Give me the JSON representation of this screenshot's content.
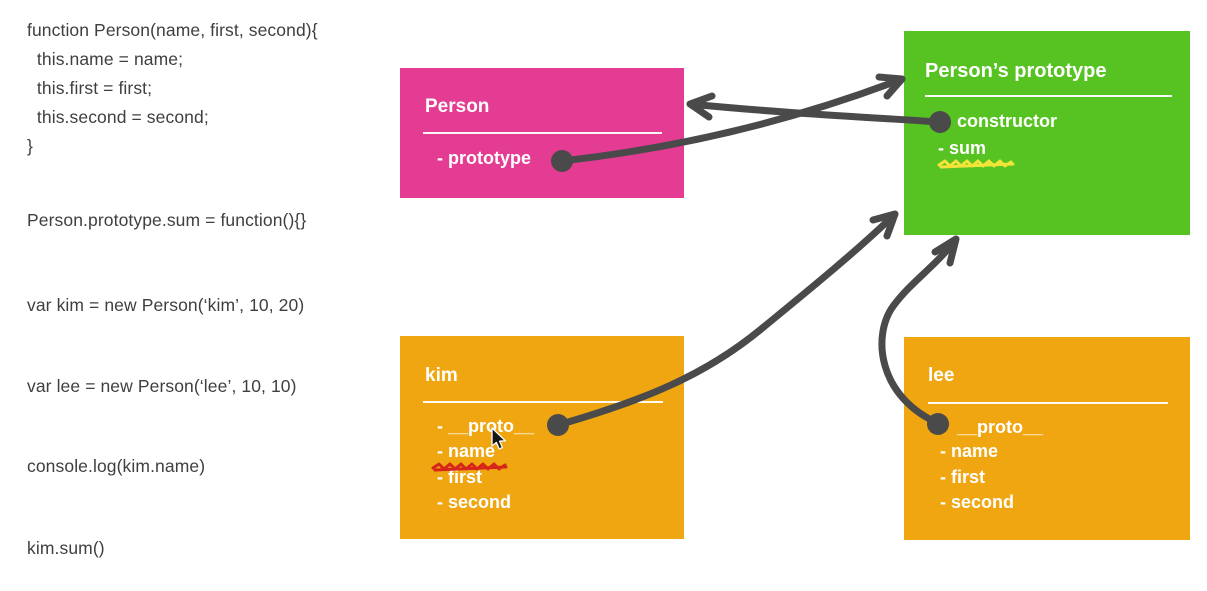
{
  "code": {
    "lines": [
      "function Person(name, first, second){",
      "  this.name = name;",
      "  this.first = first;",
      "  this.second = second;",
      "}",
      "Person.prototype.sum = function(){}",
      "var kim = new Person(‘kim’, 10, 20)",
      "var lee = new Person(‘lee’, 10, 10)",
      "console.log(kim.name)",
      "kim.sum()"
    ]
  },
  "boxes": {
    "person": {
      "title": "Person",
      "items": [
        "- prototype"
      ]
    },
    "persons_prototype": {
      "title": "Person’s prototype",
      "items": [
        "constructor",
        "- sum"
      ]
    },
    "kim": {
      "title": "kim",
      "items": [
        "- __proto__",
        "- name",
        "- first",
        "- second"
      ]
    },
    "lee": {
      "title": "lee",
      "items": [
        "__proto__",
        "- name",
        "- first",
        "- second"
      ]
    }
  },
  "arrows": [
    {
      "from": "Person.prototype",
      "to": "Person’s prototype"
    },
    {
      "from": "Person’s prototype.constructor",
      "to": "Person"
    },
    {
      "from": "kim.__proto__",
      "to": "Person’s prototype"
    },
    {
      "from": "lee.__proto__",
      "to": "Person’s prototype"
    }
  ],
  "annotations": {
    "yellow_scribble_under": "- sum",
    "red_scribble_under": "- name",
    "cursor_over": "kim.__proto__"
  },
  "colors": {
    "person_box": "#e43c92",
    "prototype_box": "#57c322",
    "instance_box": "#efa611",
    "arrow": "#4a4a4a",
    "code_text": "#3f3f3f",
    "highlight_yellow": "#f2e438",
    "highlight_red": "#d7251b"
  }
}
